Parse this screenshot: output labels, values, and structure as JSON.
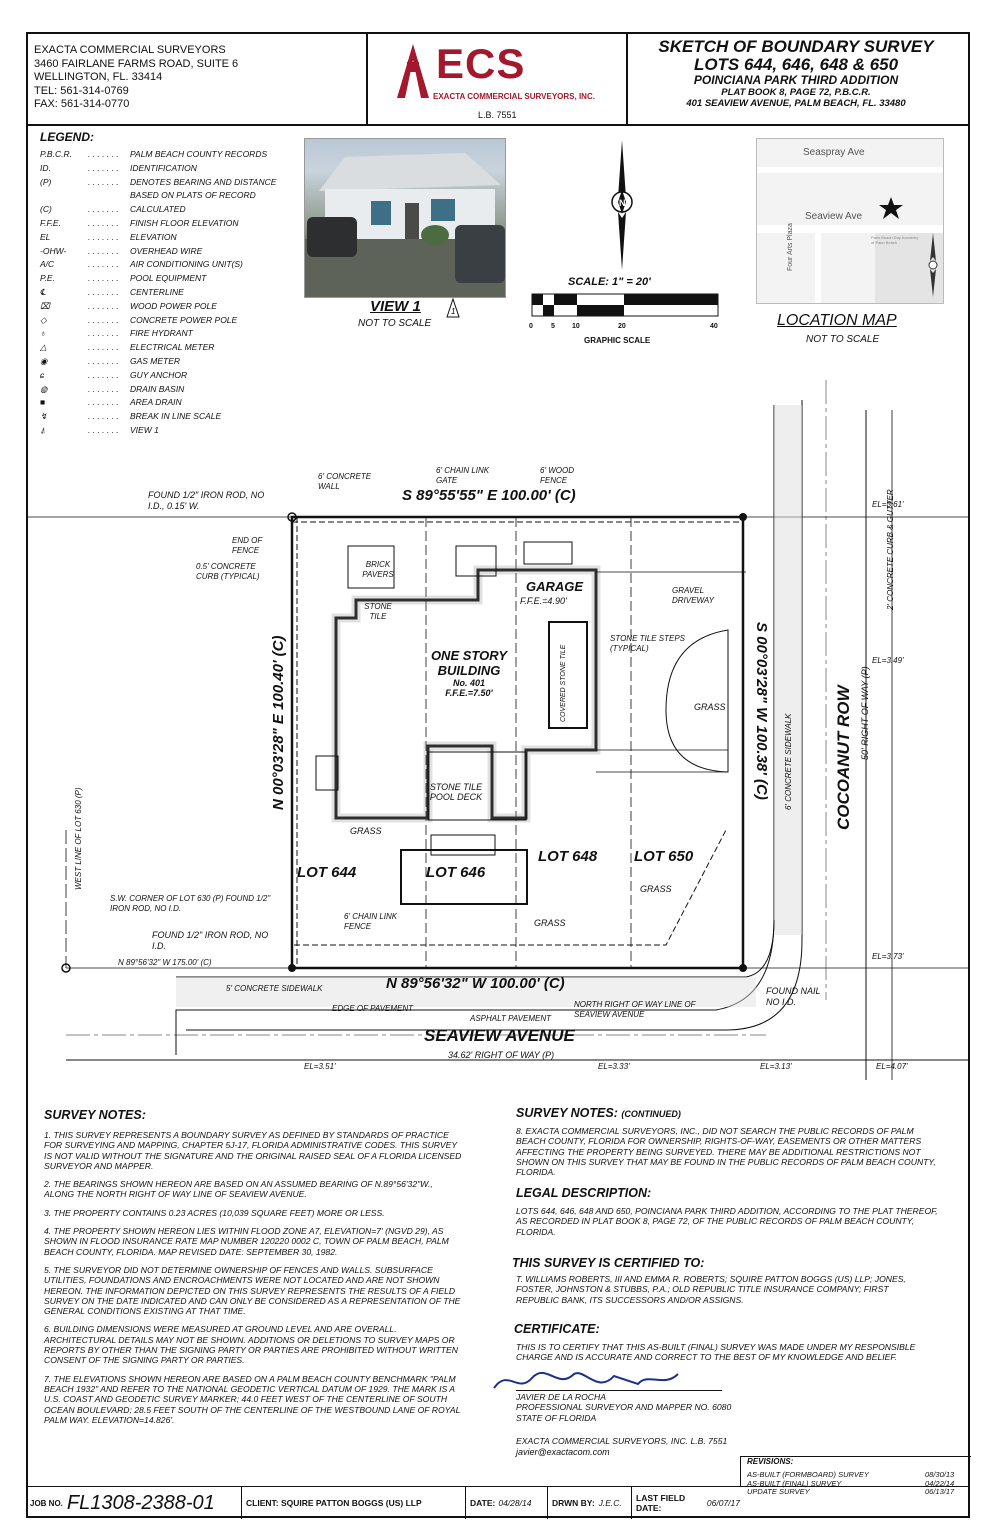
{
  "company": {
    "name": "EXACTA COMMERCIAL SURVEYORS",
    "address1": "3460 FAIRLANE FARMS ROAD, SUITE 6",
    "address2": "WELLINGTON, FL. 33414",
    "tel": "TEL: 561-314-0769",
    "fax": "FAX: 561-314-0770"
  },
  "logo": {
    "text": "ECS",
    "subtitle": "EXACTA COMMERCIAL SURVEYORS, INC.",
    "lb": "L.B. 7551",
    "color": "#a3182c"
  },
  "title": {
    "line1": "SKETCH OF BOUNDARY SURVEY",
    "line2": "LOTS 644, 646, 648 & 650",
    "line3": "POINCIANA PARK THIRD ADDITION",
    "line4": "PLAT BOOK 8, PAGE 72, P.B.C.R.",
    "line5": "401 SEAVIEW AVENUE, PALM BEACH, FL. 33480"
  },
  "legend": {
    "title": "LEGEND:",
    "items": [
      {
        "abbr": "P.B.C.R.",
        "desc": "PALM BEACH COUNTY RECORDS"
      },
      {
        "abbr": "ID.",
        "desc": "IDENTIFICATION"
      },
      {
        "abbr": "(P)",
        "desc": "DENOTES BEARING AND DISTANCE"
      },
      {
        "abbr": "",
        "desc": "BASED ON PLATS OF RECORD"
      },
      {
        "abbr": "(C)",
        "desc": "CALCULATED"
      },
      {
        "abbr": "F.F.E.",
        "desc": "FINISH FLOOR ELEVATION"
      },
      {
        "abbr": "EL",
        "desc": "ELEVATION"
      },
      {
        "abbr": "-OHW-",
        "desc": "OVERHEAD WIRE"
      },
      {
        "abbr": "A/C",
        "desc": "AIR CONDITIONING UNIT(S)"
      },
      {
        "abbr": "P.E.",
        "desc": "POOL EQUIPMENT"
      },
      {
        "abbr": "℄",
        "desc": "CENTERLINE"
      },
      {
        "abbr": "⌧",
        "desc": "WOOD POWER POLE"
      },
      {
        "abbr": "◇",
        "desc": "CONCRETE POWER POLE"
      },
      {
        "abbr": "♁",
        "desc": "FIRE HYDRANT"
      },
      {
        "abbr": "△",
        "desc": "ELECTRICAL METER"
      },
      {
        "abbr": "◉",
        "desc": "GAS METER"
      },
      {
        "abbr": "ɕ",
        "desc": "GUY ANCHOR"
      },
      {
        "abbr": "◍",
        "desc": "DRAIN BASIN"
      },
      {
        "abbr": "■",
        "desc": "AREA DRAIN"
      },
      {
        "abbr": "↯",
        "desc": "BREAK IN LINE SCALE"
      },
      {
        "abbr": "⍋",
        "desc": "VIEW 1"
      }
    ]
  },
  "view1": {
    "label": "VIEW 1",
    "sub": "NOT TO SCALE"
  },
  "scale": {
    "label": "SCALE: 1\" = 20'",
    "ticks": [
      "0",
      "5",
      "10",
      "20",
      "40"
    ],
    "caption": "GRAPHIC SCALE"
  },
  "location_map": {
    "label": "LOCATION MAP",
    "sub": "NOT TO SCALE",
    "street1": "Seaspray Ave",
    "street2": "Seaview Ave",
    "street3": "Four Arts Plaza",
    "poi": "Palm Beach Day Academy of Palm Beach"
  },
  "survey": {
    "north_bearing": "S 89°55'55\" E 100.00' (C)",
    "south_bearing": "N 89°56'32\" W 100.00' (C)",
    "west_bearing": "N 00°03'28\" E 100.40' (C)",
    "east_bearing": "S 00°03'28\" W 100.38' (C)",
    "west_line_bearing": "N 89°56'32\" W 175.00' (C)",
    "street": "SEAVIEW AVENUE",
    "street_row": "34.62' RIGHT OF WAY (P)",
    "cross_street": "COCOANUT ROW",
    "cross_row": "50' RIGHT OF WAY (P)",
    "building": "ONE STORY",
    "building2": "BUILDING",
    "building_no": "No. 401",
    "building_ffe": "F.F.E.=7.50'",
    "garage": "GARAGE",
    "garage_ffe": "F.F.E.=4.90'",
    "lots": [
      "LOT 644",
      "LOT 646",
      "LOT 648",
      "LOT 650"
    ],
    "pool_deck": "STONE TILE POOL DECK",
    "grass": "GRASS",
    "annotations": [
      "FOUND 1/2\" IRON ROD, NO I.D., 0.15' W.",
      "FOUND 1/2\" IRON ROD, NO I.D.",
      "FOUND NAIL NO I.D.",
      "6' CONCRETE WALL",
      "6' CHAIN LINK GATE",
      "6' WOOD FENCE",
      "END OF FENCE",
      "0.5' CONCRETE CURB (TYPICAL)",
      "GRAVEL DRIVEWAY",
      "STONE TILE STEPS (TYPICAL)",
      "EDGE OF PAVEMENT",
      "ASPHALT PAVEMENT",
      "5' CONCRETE SIDEWALK",
      "6' CONCRETE SIDEWALK",
      "2' CONCRETE CURB & GUTTER",
      "6' CHAIN LINK FENCE",
      "NORTH RIGHT OF WAY LINE OF SEAVIEW AVENUE",
      "S.W. CORNER OF LOT 630 (P) FOUND 1/2\" IRON ROD, NO I.D.",
      "WEST LINE OF LOT 630 (P)",
      "BRICK PAVERS",
      "STONE TILE",
      "COVERED STONE TILE"
    ],
    "elevations": [
      "EL=3.61'",
      "EL=3.49'",
      "EL=3.73'",
      "EL=3.51'",
      "EL=3.33'",
      "EL=3.13'",
      "EL=4.07'"
    ]
  },
  "survey_notes": {
    "title": "SURVEY NOTES:",
    "notes": [
      "1. THIS SURVEY REPRESENTS A BOUNDARY SURVEY AS DEFINED BY STANDARDS OF PRACTICE FOR SURVEYING AND MAPPING, CHAPTER 5J-17, FLORIDA ADMINISTRATIVE CODES. THIS SURVEY IS NOT VALID WITHOUT THE SIGNATURE AND THE ORIGINAL RAISED SEAL OF A FLORIDA LICENSED SURVEYOR AND MAPPER.",
      "2. THE BEARINGS SHOWN HEREON ARE BASED ON AN ASSUMED BEARING OF N.89°56'32\"W., ALONG THE NORTH RIGHT OF WAY LINE OF SEAVIEW AVENUE.",
      "3. THE PROPERTY CONTAINS 0.23 ACRES (10,039 SQUARE FEET) MORE OR LESS.",
      "4. THE PROPERTY SHOWN HEREON LIES WITHIN FLOOD ZONE A7, ELEVATION=7' (NGVD 29), AS SHOWN IN FLOOD INSURANCE RATE MAP NUMBER 120220 0002 C, TOWN OF PALM BEACH, PALM BEACH COUNTY, FLORIDA. MAP REVISED DATE: SEPTEMBER 30, 1982.",
      "5. THE SURVEYOR DID NOT DETERMINE OWNERSHIP OF FENCES AND WALLS. SUBSURFACE UTILITIES, FOUNDATIONS AND ENCROACHMENTS WERE NOT LOCATED AND ARE NOT SHOWN HEREON. THE INFORMATION DEPICTED ON THIS SURVEY REPRESENTS THE RESULTS OF A FIELD SURVEY ON THE DATE INDICATED AND CAN ONLY BE CONSIDERED AS A REPRESENTATION OF THE GENERAL CONDITIONS EXISTING AT THAT TIME.",
      "6. BUILDING DIMENSIONS WERE MEASURED AT GROUND LEVEL AND ARE OVERALL. ARCHITECTURAL DETAILS MAY NOT BE SHOWN. ADDITIONS OR DELETIONS TO SURVEY MAPS OR REPORTS BY OTHER THAN THE SIGNING PARTY OR PARTIES ARE PROHIBITED WITHOUT WRITTEN CONSENT OF THE SIGNING PARTY OR PARTIES.",
      "7. THE ELEVATIONS SHOWN HEREON ARE BASED ON A PALM BEACH COUNTY BENCHMARK \"PALM BEACH 1932\" AND REFER TO THE NATIONAL GEODETIC VERTICAL DATUM OF 1929. THE MARK IS A U.S. COAST AND GEODETIC SURVEY MARKER; 44.0 FEET WEST OF THE CENTERLINE OF SOUTH OCEAN BOULEVARD; 28.5 FEET SOUTH OF THE CENTERLINE OF THE WESTBOUND LANE OF ROYAL PALM WAY. ELEVATION=14.826'."
    ],
    "continued_title": "SURVEY NOTES:",
    "continued_sub": "(CONTINUED)",
    "note8": "8. EXACTA COMMERCIAL SURVEYORS, INC., DID NOT SEARCH THE PUBLIC RECORDS OF PALM BEACH COUNTY, FLORIDA FOR OWNERSHIP, RIGHTS-OF-WAY, EASEMENTS OR OTHER MATTERS AFFECTING THE PROPERTY BEING SURVEYED. THERE MAY BE ADDITIONAL RESTRICTIONS NOT SHOWN ON THIS SURVEY THAT MAY BE FOUND IN THE PUBLIC RECORDS OF PALM BEACH COUNTY, FLORIDA."
  },
  "legal": {
    "title": "LEGAL DESCRIPTION:",
    "text": "LOTS 644, 646, 648 AND 650, POINCIANA PARK THIRD ADDITION, ACCORDING TO THE PLAT THEREOF, AS RECORDED IN PLAT BOOK 8, PAGE 72, OF THE PUBLIC RECORDS OF PALM BEACH COUNTY, FLORIDA."
  },
  "certified": {
    "title": "THIS SURVEY IS CERTIFIED TO:",
    "text": "T. WILLIAMS ROBERTS, III AND EMMA R. ROBERTS; SQUIRE PATTON BOGGS (US) LLP; JONES, FOSTER, JOHNSTON & STUBBS, P.A.; OLD REPUBLIC TITLE INSURANCE COMPANY; FIRST REPUBLIC BANK, ITS SUCCESSORS AND/OR ASSIGNS."
  },
  "certificate": {
    "title": "CERTIFICATE:",
    "text": "THIS IS TO CERTIFY THAT THIS AS-BUILT (FINAL) SURVEY WAS MADE UNDER MY RESPONSIBLE CHARGE AND IS ACCURATE AND CORRECT TO THE BEST OF MY KNOWLEDGE AND BELIEF.",
    "name": "JAVIER DE LA ROCHA",
    "role": "PROFESSIONAL SURVEYOR AND MAPPER NO. 6080",
    "state": "STATE OF FLORIDA",
    "company": "EXACTA COMMERCIAL SURVEYORS, INC. L.B. 7551",
    "email": "javier@exactacom.com"
  },
  "revisions": {
    "title": "REVISIONS:",
    "items": [
      {
        "desc": "AS-BUILT (FORMBOARD) SURVEY",
        "date": "08/30/13"
      },
      {
        "desc": "AS-BUILT (FINAL) SURVEY",
        "date": "04/22/14"
      },
      {
        "desc": "UPDATE SURVEY",
        "date": "06/13/17"
      }
    ]
  },
  "footer": {
    "job_label": "JOB NO.",
    "job_no": "FL1308-2388-01",
    "client": "CLIENT: SQUIRE PATTON BOGGS (US) LLP",
    "date_label": "DATE:",
    "date": "04/28/14",
    "drwn_label": "DRWN BY:",
    "drwn": "J.E.C.",
    "field_label": "LAST FIELD DATE:",
    "field": "06/07/17"
  }
}
